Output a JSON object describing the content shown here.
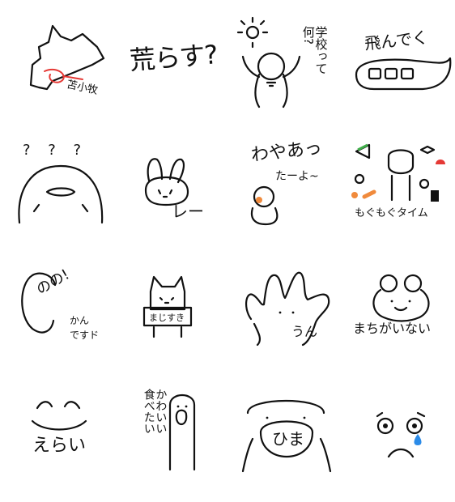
{
  "colors": {
    "ink": "#111111",
    "red": "#e53935",
    "orange": "#f08a3c",
    "blue": "#2b8be8",
    "green": "#3fae49",
    "pink": "#f48fb1"
  },
  "stickers": [
    {
      "id": "hokkaido",
      "text": "苫小牧"
    },
    {
      "id": "arasu",
      "text": "荒らす?"
    },
    {
      "id": "gakkou",
      "lines": [
        "学校って",
        "何?"
      ]
    },
    {
      "id": "tondeku",
      "text": "飛んでく"
    },
    {
      "id": "question-ghost",
      "text": "? ? ?"
    },
    {
      "id": "rabbit",
      "text": "レー"
    },
    {
      "id": "wayaa",
      "lines": [
        "わやあっ",
        "たーよ~"
      ]
    },
    {
      "id": "mogumogu",
      "text": "もぐもぐタイム"
    },
    {
      "id": "face-nono",
      "lines": [
        "のの!",
        "かん",
        "ですド"
      ]
    },
    {
      "id": "cat-sign",
      "text": "まじすき"
    },
    {
      "id": "hand",
      "text": "うん"
    },
    {
      "id": "frog",
      "text": "まちがいない"
    },
    {
      "id": "erai",
      "text": "えらい"
    },
    {
      "id": "kawaii",
      "lines": [
        "かわいい",
        "食べたい"
      ]
    },
    {
      "id": "hima",
      "text": "ひま"
    },
    {
      "id": "sad",
      "text": ""
    }
  ]
}
